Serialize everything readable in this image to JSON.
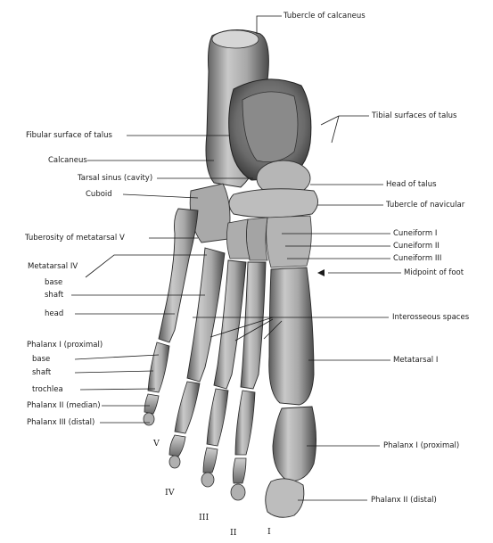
{
  "labels": {
    "tubercle_calcaneus": "Tubercle of calcaneus",
    "tibial_surfaces_talus": "Tibial surfaces of talus",
    "fibular_surface_talus": "Fibular surface of talus",
    "calcaneus": "Calcaneus",
    "tarsal_sinus": "Tarsal sinus (cavity)",
    "cuboid": "Cuboid",
    "head_of_talus": "Head of talus",
    "tubercle_navicular": "Tubercle of navicular",
    "tuberosity_met5": "Tuberosity of metatarsal V",
    "cuneiform_1": "Cuneiform I",
    "cuneiform_2": "Cuneiform II",
    "cuneiform_3": "Cuneiform III",
    "midpoint_of_foot": "Midpoint of foot",
    "metatarsal_4": "Metatarsal IV",
    "base": "base",
    "shaft": "shaft",
    "head": "head",
    "interosseous": "Interosseous spaces",
    "phalanx1_left": "Phalanx I (proximal)",
    "base2": "base",
    "shaft2": "shaft",
    "trochlea": "trochlea",
    "metatarsal_1": "Metatarsal I",
    "phalanx2_median": "Phalanx II (median)",
    "phalanx3_distal": "Phalanx III (distal)",
    "phalanx1_right": "Phalanx I (proximal)",
    "phalanx2_distal": "Phalanx II (distal)"
  },
  "toe_numbers": {
    "v": "V",
    "iv": "IV",
    "iii": "III",
    "ii": "II",
    "i": "I"
  }
}
